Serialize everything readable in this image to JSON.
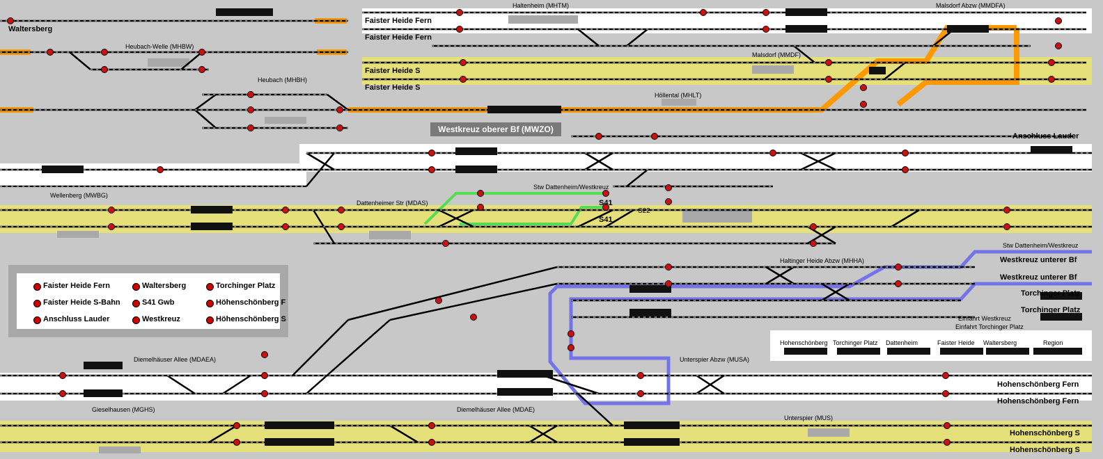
{
  "board_title": "Westkreuz oberer Bf (MWZO)",
  "stellwerk_label": "Stw Dattenheim/Westkreuz",
  "exits_left": {
    "waltersberg": "Waltersberg"
  },
  "exits_right": {
    "faister_fern_1": "Faister Heide Fern",
    "faister_fern_2": "Faister Heide Fern",
    "faister_s_1": "Faister Heide S",
    "faister_s_2": "Faister Heide S",
    "anschluss": "Anschluss Lauder",
    "wk_unten_1": "Westkreuz unterer Bf",
    "wk_unten_2": "Westkreuz unterer Bf",
    "torch_1": "Torchinger Platz",
    "torch_2": "Torchinger Platz",
    "hohen_fern_1": "Hohenschönberg Fern",
    "hohen_fern_2": "Hohenschönberg Fern",
    "hohen_s_1": "Hohenschönberg S",
    "hohen_s_2": "Hohenschönberg S"
  },
  "einfahrt": {
    "westkreuz": "Einfahrt Westkreuz",
    "torchinger": "Einfahrt Torchinger Platz"
  },
  "stations": {
    "haltenheim": "Haltenheim (MHTM)",
    "malsdorf_abzw": "Malsdorf Abzw (MMDFA)",
    "heubach_welle": "Heubach-Welle (MHBW)",
    "malsdorf": "Malsdorf (MMDF)",
    "heubach": "Heubach (MHBH)",
    "hoellental": "Höllental (MHLT)",
    "wellenberg": "Wellenberg (MWBG)",
    "dattenheimer": "Dattenheimer Str (MDAS)",
    "haltinger": "Haltinger Heide Abzw (MHHA)",
    "diemel_abzw": "Diemelhäuser Allee (MDAEA)",
    "unterspier_abzw": "Unterspier Abzw (MUSA)",
    "gieselhausen": "Gieselhausen (MGHS)",
    "diemel": "Diemelhäuser Allee (MDAE)",
    "unterspier": "Unterspier (MUS)"
  },
  "s41": {
    "a": "S41",
    "b": "S41"
  },
  "s22": "S22",
  "legend": {
    "col1": [
      "Faister Heide Fern",
      "Faister Heide S-Bahn",
      "Anschluss Lauder"
    ],
    "col2": [
      "Waltersberg",
      "S41 Gwb",
      "Westkreuz"
    ],
    "col3": [
      "Torchinger Platz",
      "Höhenschönberg F",
      "Höhenschönberg S"
    ]
  },
  "regions": [
    "Hohenschönberg",
    "Torchinger Platz",
    "Dattenheim",
    "Faister Heide",
    "Waltersberg",
    "Region"
  ],
  "colors": {
    "background": "#c8c8c8",
    "track": "#000000",
    "s_bahn": "#e8e27a",
    "fernbahn": "#ffffff",
    "route": "#ff9900",
    "green_route": "#2ecc40",
    "blue_route": "#6a6ad8"
  }
}
